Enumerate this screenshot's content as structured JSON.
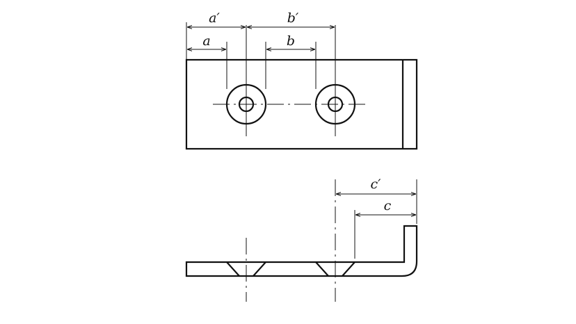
{
  "drawing": {
    "labels": {
      "a_prime": "a′",
      "b_prime": "b′",
      "a": "a",
      "b": "b",
      "c_prime": "c′",
      "c": "c"
    },
    "line_color": "#111111",
    "background": "#ffffff"
  }
}
